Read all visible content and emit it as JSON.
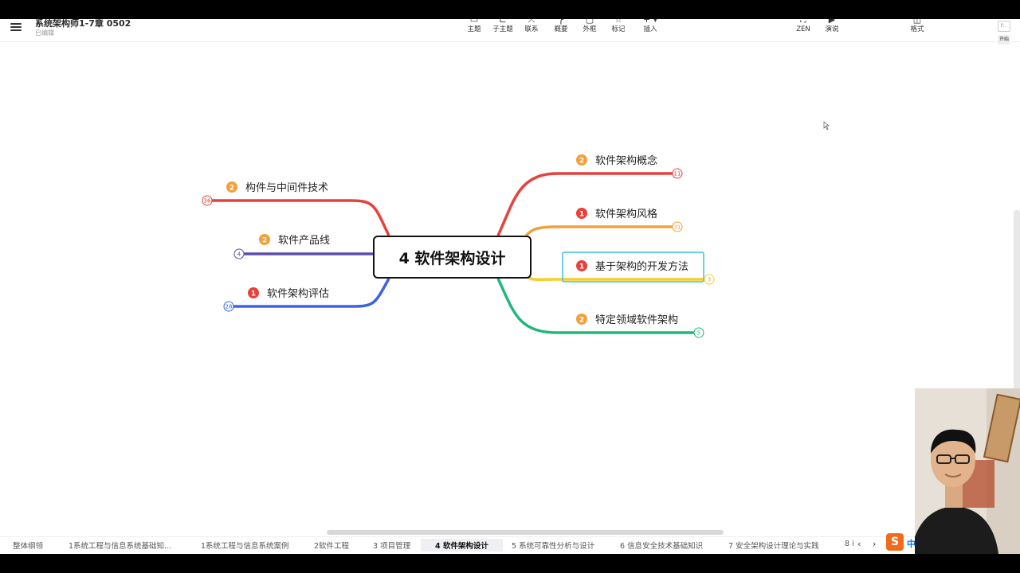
{
  "doc": {
    "title": "系统架构师1-7章 0502",
    "status": "已编辑"
  },
  "toolbar": [
    {
      "label": "主题",
      "icon": "topic-icon"
    },
    {
      "label": "子主题",
      "icon": "subtopic-icon"
    },
    {
      "label": "联系",
      "icon": "relationship-icon"
    },
    {
      "label": "概要",
      "icon": "summary-icon"
    },
    {
      "label": "外框",
      "icon": "boundary-icon"
    },
    {
      "label": "标记",
      "icon": "marker-icon"
    },
    {
      "label": "插入",
      "icon": "insert-icon"
    }
  ],
  "right_tools": [
    {
      "label": "ZEN",
      "icon": "zen-icon"
    },
    {
      "label": "演说",
      "icon": "presentation-icon"
    },
    {
      "label": "格式",
      "icon": "format-icon"
    }
  ],
  "corner": {
    "badge": "P...",
    "start": "开始"
  },
  "mindmap": {
    "central": "4 软件架构设计",
    "right_branches": [
      {
        "label": "软件架构概念",
        "priority": "2",
        "count": "11",
        "color": "#e8413b",
        "selected": false
      },
      {
        "label": "软件架构风格",
        "priority": "1",
        "count": "31",
        "color": "#f0a13b",
        "selected": false
      },
      {
        "label": "基于架构的开发方法",
        "priority": "1",
        "count": "3",
        "color": "#f5cf2a",
        "selected": true
      },
      {
        "label": "特定领域软件架构",
        "priority": "2",
        "count": "5",
        "color": "#1fb87a",
        "selected": false
      }
    ],
    "left_branches": [
      {
        "label": "构件与中间件技术",
        "priority": "2",
        "count": "36",
        "color": "#e8413b"
      },
      {
        "label": "软件产品线",
        "priority": "2",
        "count": "4",
        "color": "#5a4fb0"
      },
      {
        "label": "软件架构评估",
        "priority": "1",
        "count": "28",
        "color": "#3d63e0"
      }
    ],
    "priority_colors": {
      "1": "#e8413b",
      "2": "#f0a13b"
    }
  },
  "sheet_tabs": [
    {
      "label": "整体纲领",
      "active": false
    },
    {
      "label": "1系统工程与信息系统基础知...",
      "active": false
    },
    {
      "label": "1系统工程与信息系统案例",
      "active": false
    },
    {
      "label": "2软件工程",
      "active": false
    },
    {
      "label": "3 项目管理",
      "active": false
    },
    {
      "label": "4 软件架构设计",
      "active": true
    },
    {
      "label": "5 系统可靠性分析与设计",
      "active": false
    },
    {
      "label": "6 信息安全技术基础知识",
      "active": false
    },
    {
      "label": "7 安全架构设计理论与实践",
      "active": false
    },
    {
      "label": "8 i",
      "active": false
    }
  ],
  "ime": {
    "logo": "S",
    "mode": "中"
  }
}
